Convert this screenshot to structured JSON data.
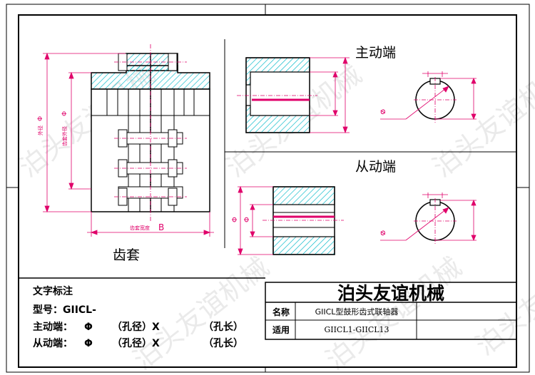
{
  "drawing": {
    "views": {
      "drive_end_title": "主动端",
      "driven_end_title": "从动端",
      "sleeve_caption": "齿套"
    },
    "sleeve_dims": {
      "outer_dia_label": "外径",
      "outer_dia_symbol": "Φ",
      "tooth_dia_label": "齿套外径",
      "tooth_dia_symbol": "Φ",
      "tooth_width_label": "齿套宽度",
      "tooth_width_symbol": "B"
    },
    "bore_symbol": "Φ",
    "watermark": "泊头友谊机械",
    "notes": {
      "heading": "文字标注",
      "model_line": "型号：GIICL-",
      "drive_label": "主动端：",
      "driven_label": "从动端：",
      "phi": "Φ",
      "bore_text": "（孔径）X",
      "length_text": "（孔长）"
    },
    "title_block": {
      "company": "泊头友谊机械",
      "name_label": "名称",
      "name_value": "GIICL型鼓形齿式联轴器",
      "applies_label": "适用",
      "applies_value": "GIICL1-GIICL13"
    }
  }
}
